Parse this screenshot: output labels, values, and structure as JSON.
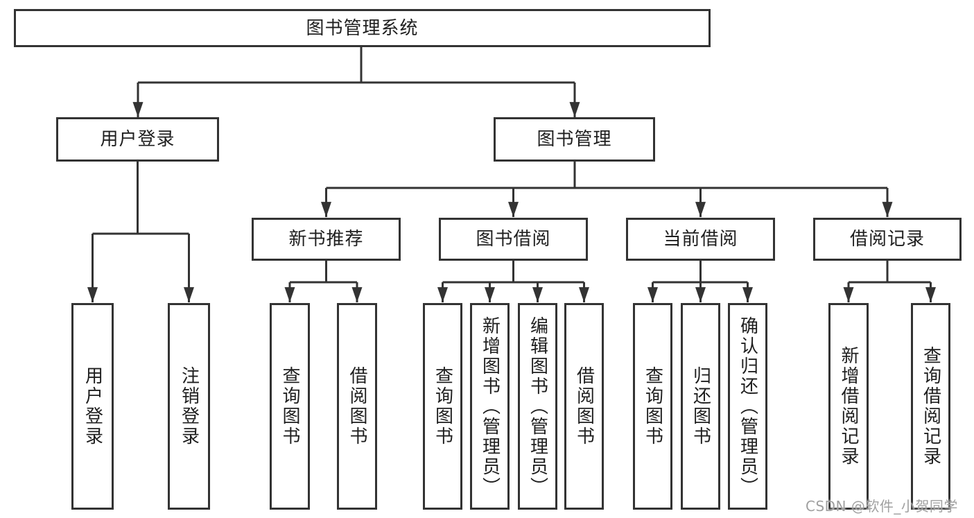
{
  "diagram": {
    "type": "hierarchy-tree",
    "tree": {
      "label": "图书管理系统",
      "children": [
        {
          "label": "用户登录",
          "children": [
            {
              "label": "用户登录"
            },
            {
              "label": "注销登录"
            }
          ]
        },
        {
          "label": "图书管理",
          "children": [
            {
              "label": "新书推荐",
              "children": [
                {
                  "label": "查询图书"
                },
                {
                  "label": "借阅图书"
                }
              ]
            },
            {
              "label": "图书借阅",
              "children": [
                {
                  "label": "查询图书"
                },
                {
                  "label": "新增图书（管理员）"
                },
                {
                  "label": "编辑图书（管理员）"
                },
                {
                  "label": "借阅图书"
                }
              ]
            },
            {
              "label": "当前借阅",
              "children": [
                {
                  "label": "查询图书"
                },
                {
                  "label": "归还图书"
                },
                {
                  "label": "确认归还（管理员）"
                }
              ]
            },
            {
              "label": "借阅记录",
              "children": [
                {
                  "label": "新增借阅记录"
                },
                {
                  "label": "查询借阅记录"
                }
              ]
            }
          ]
        }
      ]
    }
  },
  "watermark": "CSDN @软件_小贺同学",
  "colors": {
    "line": "#333333",
    "box_border": "#333333",
    "text": "#1f1f1f",
    "watermark": "#a0a0a0",
    "background": "#ffffff"
  }
}
